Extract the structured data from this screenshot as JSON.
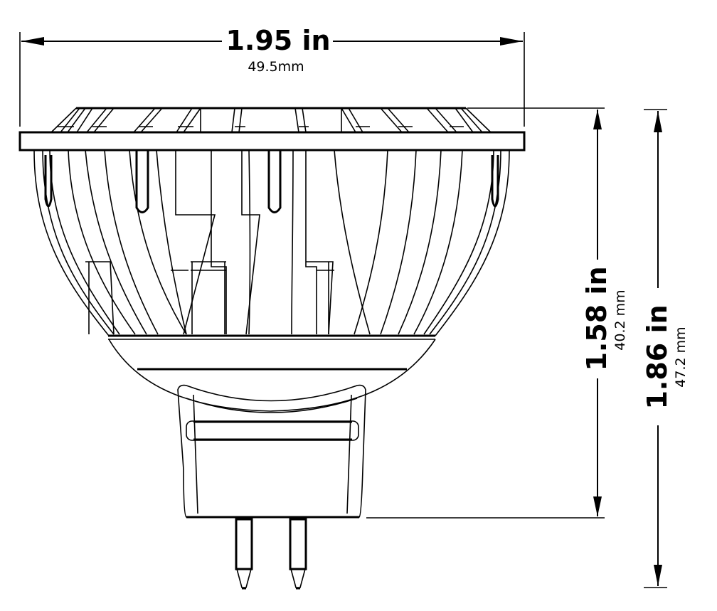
{
  "diagram": {
    "subject": "MR16 LED lamp front elevation with dimensions",
    "colors": {
      "line": "#000000",
      "background": "#ffffff"
    },
    "dimensions": {
      "width": {
        "imperial": "1.95 in",
        "metric": "49.5mm"
      },
      "body_height": {
        "imperial": "1.58 in",
        "metric": "40.2 mm"
      },
      "overall_height": {
        "imperial": "1.86 in",
        "metric": "47.2 mm"
      }
    }
  }
}
